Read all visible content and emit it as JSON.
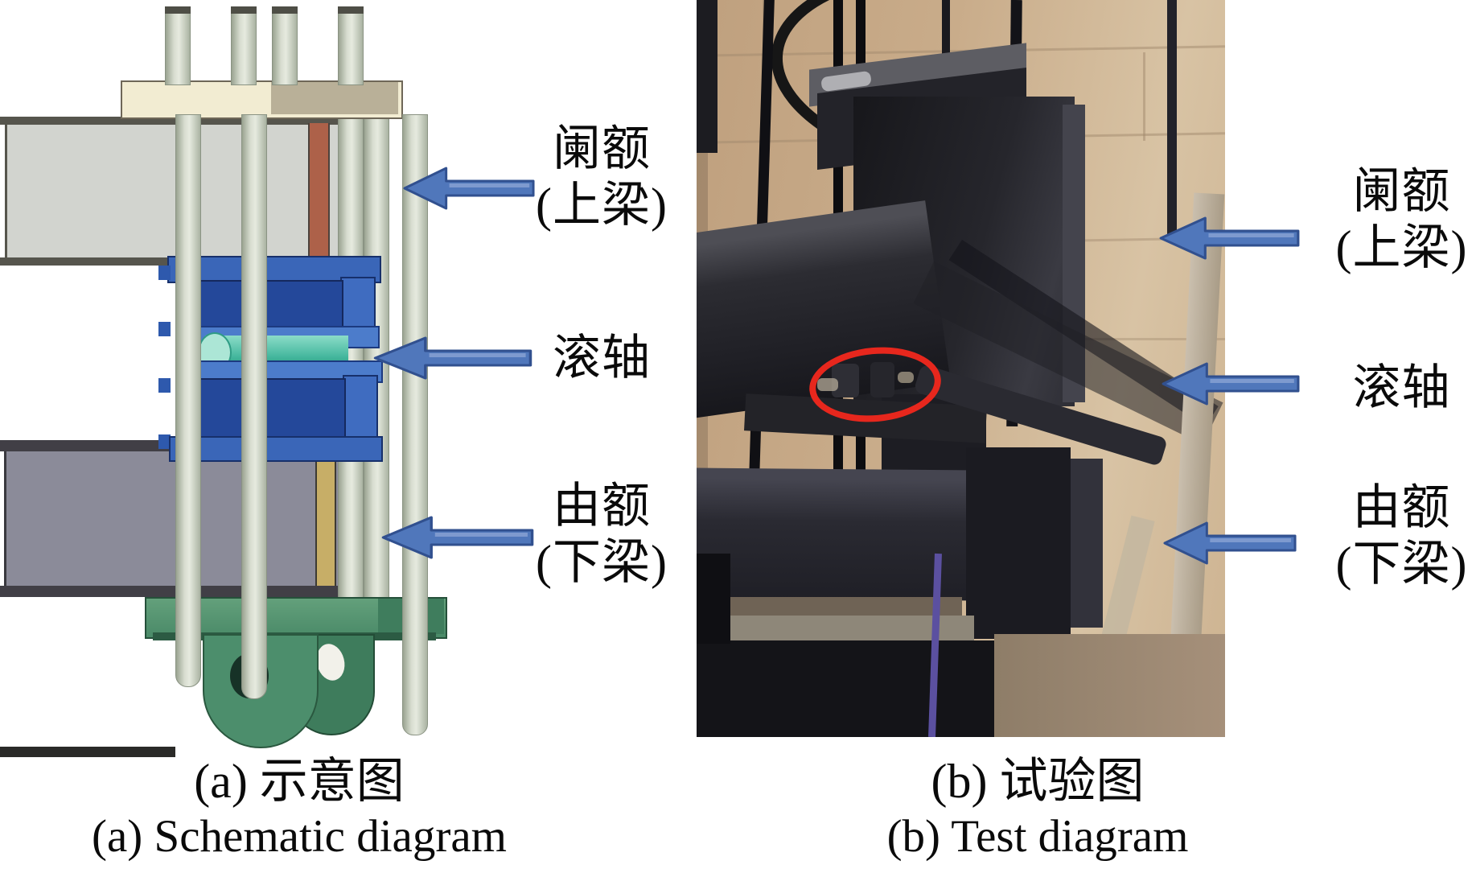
{
  "panel_a": {
    "caption_zh": "(a) 示意图",
    "caption_en": "(a) Schematic diagram",
    "labels": {
      "upper": {
        "line1": "阑额",
        "line2": "(上梁)"
      },
      "middle": {
        "line1": "滚轴"
      },
      "lower": {
        "line1": "由额",
        "line2": "(下梁)"
      }
    }
  },
  "panel_b": {
    "caption_zh": "(b) 试验图",
    "caption_en": "(b) Test diagram",
    "labels": {
      "upper": {
        "line1": "阑额",
        "line2": "(上梁)"
      },
      "middle": {
        "line1": "滚轴"
      },
      "lower": {
        "line1": "由额",
        "line2": "(下梁)"
      }
    }
  },
  "icons": {
    "arrow": "arrow-left-icon",
    "highlight": "red-ellipse-annotation"
  },
  "colors": {
    "arrow_fill": "#5077bb",
    "arrow_stroke": "#31508f",
    "annotation_red": "#e7271d",
    "clamp_blue": "#24489a",
    "clamp_blue_light": "#4c7ccb",
    "roller_teal": "#55c4ad",
    "bracket_green": "#4c8e6c",
    "upper_beam_gray": "#d2d4cf",
    "lower_beam_gray": "#8b8b99",
    "cream_beam": "#f2ecd2",
    "wall_tan": "#c9ac8a",
    "text": "#0a0a0a"
  }
}
